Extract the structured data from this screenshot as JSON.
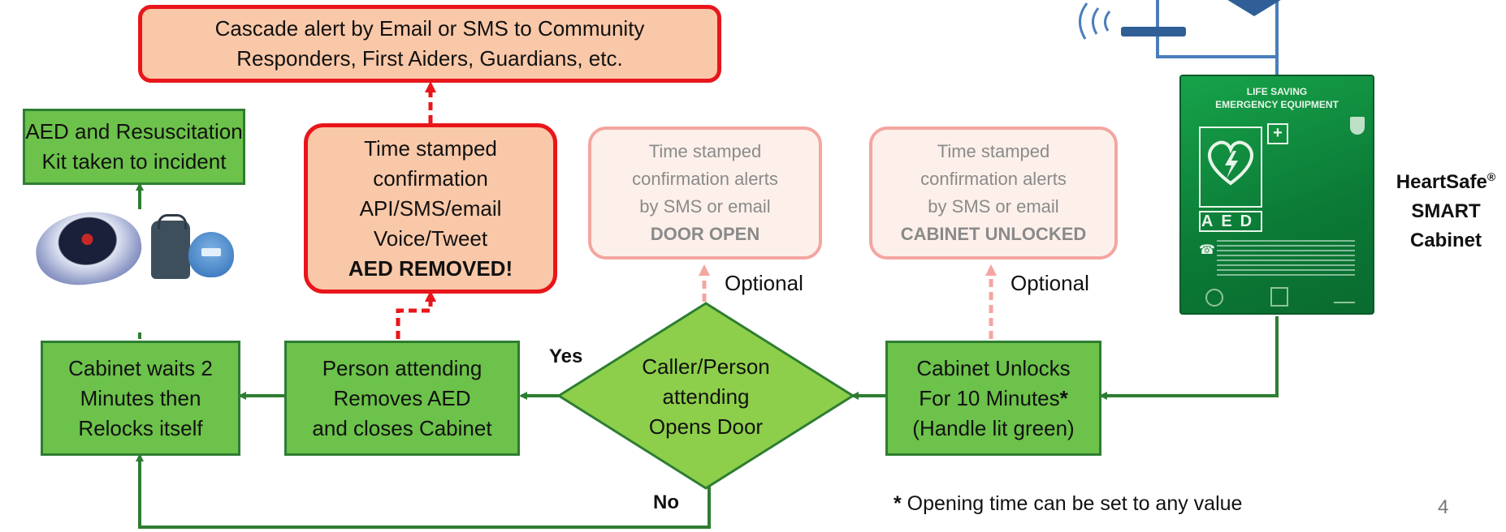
{
  "boxes": {
    "cascade": [
      "Cascade alert by Email or SMS to Community",
      "Responders,  First Aiders, Guardians, etc."
    ],
    "aed_kit": [
      "AED and Resuscitation",
      "Kit taken to incident"
    ],
    "timestamp_removed": [
      "Time stamped",
      "confirmation",
      "API/SMS/email",
      "Voice/Tweet"
    ],
    "timestamp_removed_bold": "AED REMOVED!",
    "timestamp_door": [
      "Time stamped",
      "confirmation alerts",
      "by SMS or email"
    ],
    "timestamp_door_bold": "DOOR OPEN",
    "timestamp_unlocked": [
      "Time stamped",
      "confirmation alerts",
      "by SMS or email"
    ],
    "timestamp_unlocked_bold": "CABINET UNLOCKED",
    "relocks": [
      "Cabinet waits 2",
      "Minutes then",
      "Relocks itself"
    ],
    "removes": [
      "Person attending",
      "Removes AED",
      "and closes Cabinet"
    ],
    "decision": [
      "Caller/Person",
      "attending",
      "Opens Door"
    ],
    "unlocks": [
      "Cabinet Unlocks",
      "For 10 Minutes",
      "(Handle lit green)"
    ],
    "unlocks_star": "*"
  },
  "labels": {
    "optional_door": "Optional",
    "optional_unlock": "Optional",
    "yes": "Yes",
    "no": "No",
    "footnote_star": "*",
    "footnote_text": " Opening time can be set to any value",
    "page_number": "4"
  },
  "cabinet_caption": {
    "line1": "HeartSafe",
    "reg": "®",
    "line2": "SMART",
    "line3": "Cabinet"
  },
  "cabinet_sign": {
    "title1": "LIFE SAVING",
    "title2": "EMERGENCY EQUIPMENT",
    "aed": "AED"
  },
  "colors": {
    "green_fill": "#6cc24a",
    "green_line": "#2e7d32",
    "red": "#e8161b",
    "orange_fill": "#f9c8a8",
    "faded_fill": "#fdf0ea",
    "faded_border": "#f4a5a0",
    "blue": "#4a7ebb",
    "cabinet": "#0f8a3f"
  }
}
